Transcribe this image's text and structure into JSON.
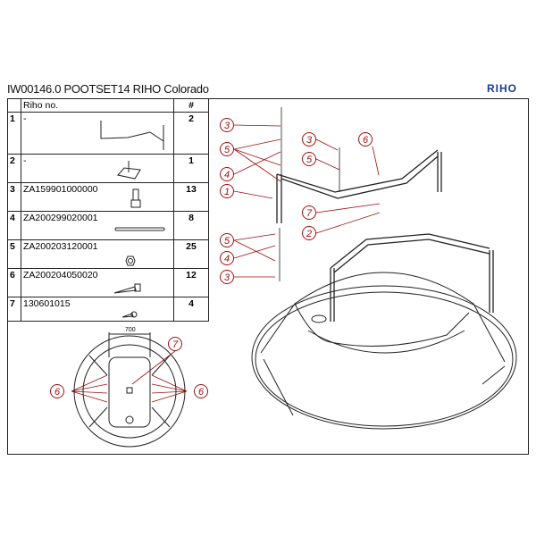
{
  "header": {
    "title": "IW00146.0 POOTSET14  RIHO Colorado",
    "logo": "RIHO"
  },
  "table": {
    "columns": {
      "index": "",
      "name": "Riho no.",
      "qty": "#"
    },
    "rows": [
      {
        "index": "1",
        "name": "-",
        "qty": "2",
        "icon": "frame-bracket"
      },
      {
        "index": "2",
        "name": "-",
        "qty": "1",
        "icon": "foot-plate"
      },
      {
        "index": "3",
        "name": "ZA159901000000",
        "qty": "13",
        "icon": "adjustable-foot"
      },
      {
        "index": "4",
        "name": "ZA200299020001",
        "qty": "8",
        "icon": "threaded-rod"
      },
      {
        "index": "5",
        "name": "ZA200203120001",
        "qty": "25",
        "icon": "nut"
      },
      {
        "index": "6",
        "name": "ZA200204050020",
        "qty": "12",
        "icon": "screw"
      },
      {
        "index": "7",
        "name": "130601015",
        "qty": "4",
        "icon": "small-screw"
      }
    ]
  },
  "callouts": [
    "3",
    "5",
    "4",
    "1",
    "3",
    "5",
    "6",
    "7",
    "2",
    "5",
    "4",
    "3",
    "7",
    "6",
    "6"
  ],
  "top_view": {
    "dimension": "700"
  }
}
